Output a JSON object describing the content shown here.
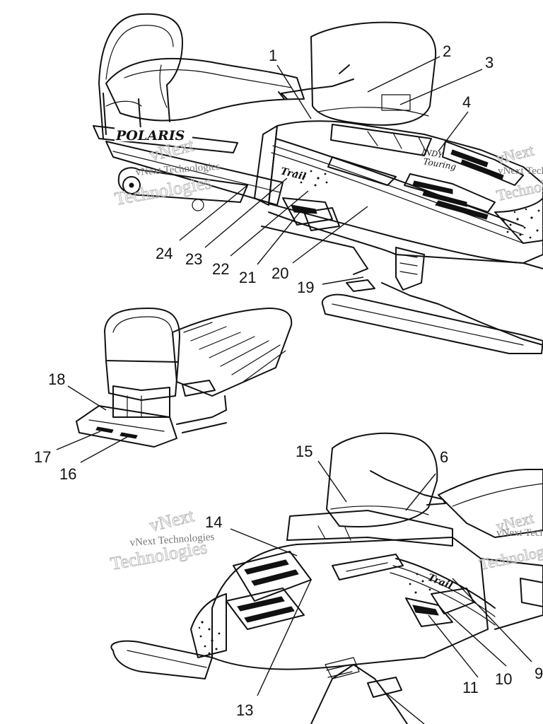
{
  "callouts": [
    "1",
    "2",
    "3",
    "4",
    "6",
    "9",
    "10",
    "11",
    "13",
    "14",
    "15",
    "16",
    "17",
    "18",
    "19",
    "20",
    "21",
    "22",
    "23",
    "24"
  ],
  "watermark": {
    "line_top": "vNext",
    "line_mid": "vNext Technologies",
    "line_bottom": "Technologies"
  },
  "decals": {
    "brand": "POLARIS",
    "model": "Trail",
    "badge_line1": "INDY",
    "badge_line2": "Touring"
  }
}
